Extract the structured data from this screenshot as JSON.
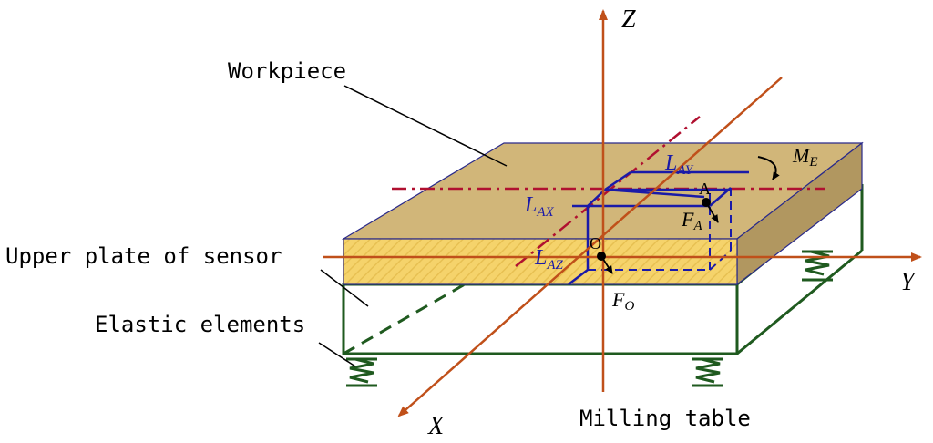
{
  "labels": {
    "workpiece": "Workpiece",
    "upper_plate": "Upper plate of sensor",
    "elastic": "Elastic elements",
    "milling_table": "Milling table"
  },
  "axes": {
    "z": "Z",
    "y": "Y",
    "x": "X"
  },
  "symbols": {
    "lay_main": "L",
    "lay_sub": "AY",
    "lax_main": "L",
    "lax_sub": "AX",
    "laz_main": "L",
    "laz_sub": "AZ",
    "me_main": "M",
    "me_sub": "E",
    "fa_main": "F",
    "fa_sub": "A",
    "fo_main": "F",
    "fo_sub": "O",
    "point_a": "A",
    "point_o": "O"
  },
  "colors": {
    "workpiece_top": "#d1b679",
    "workpiece_side": "#b19760",
    "workpiece_front": "#f5d36b",
    "sensor_frame": "#1f5a1f",
    "axis": "#c0501a",
    "centerline": "#b01030",
    "vector": "#1a1aa8"
  }
}
